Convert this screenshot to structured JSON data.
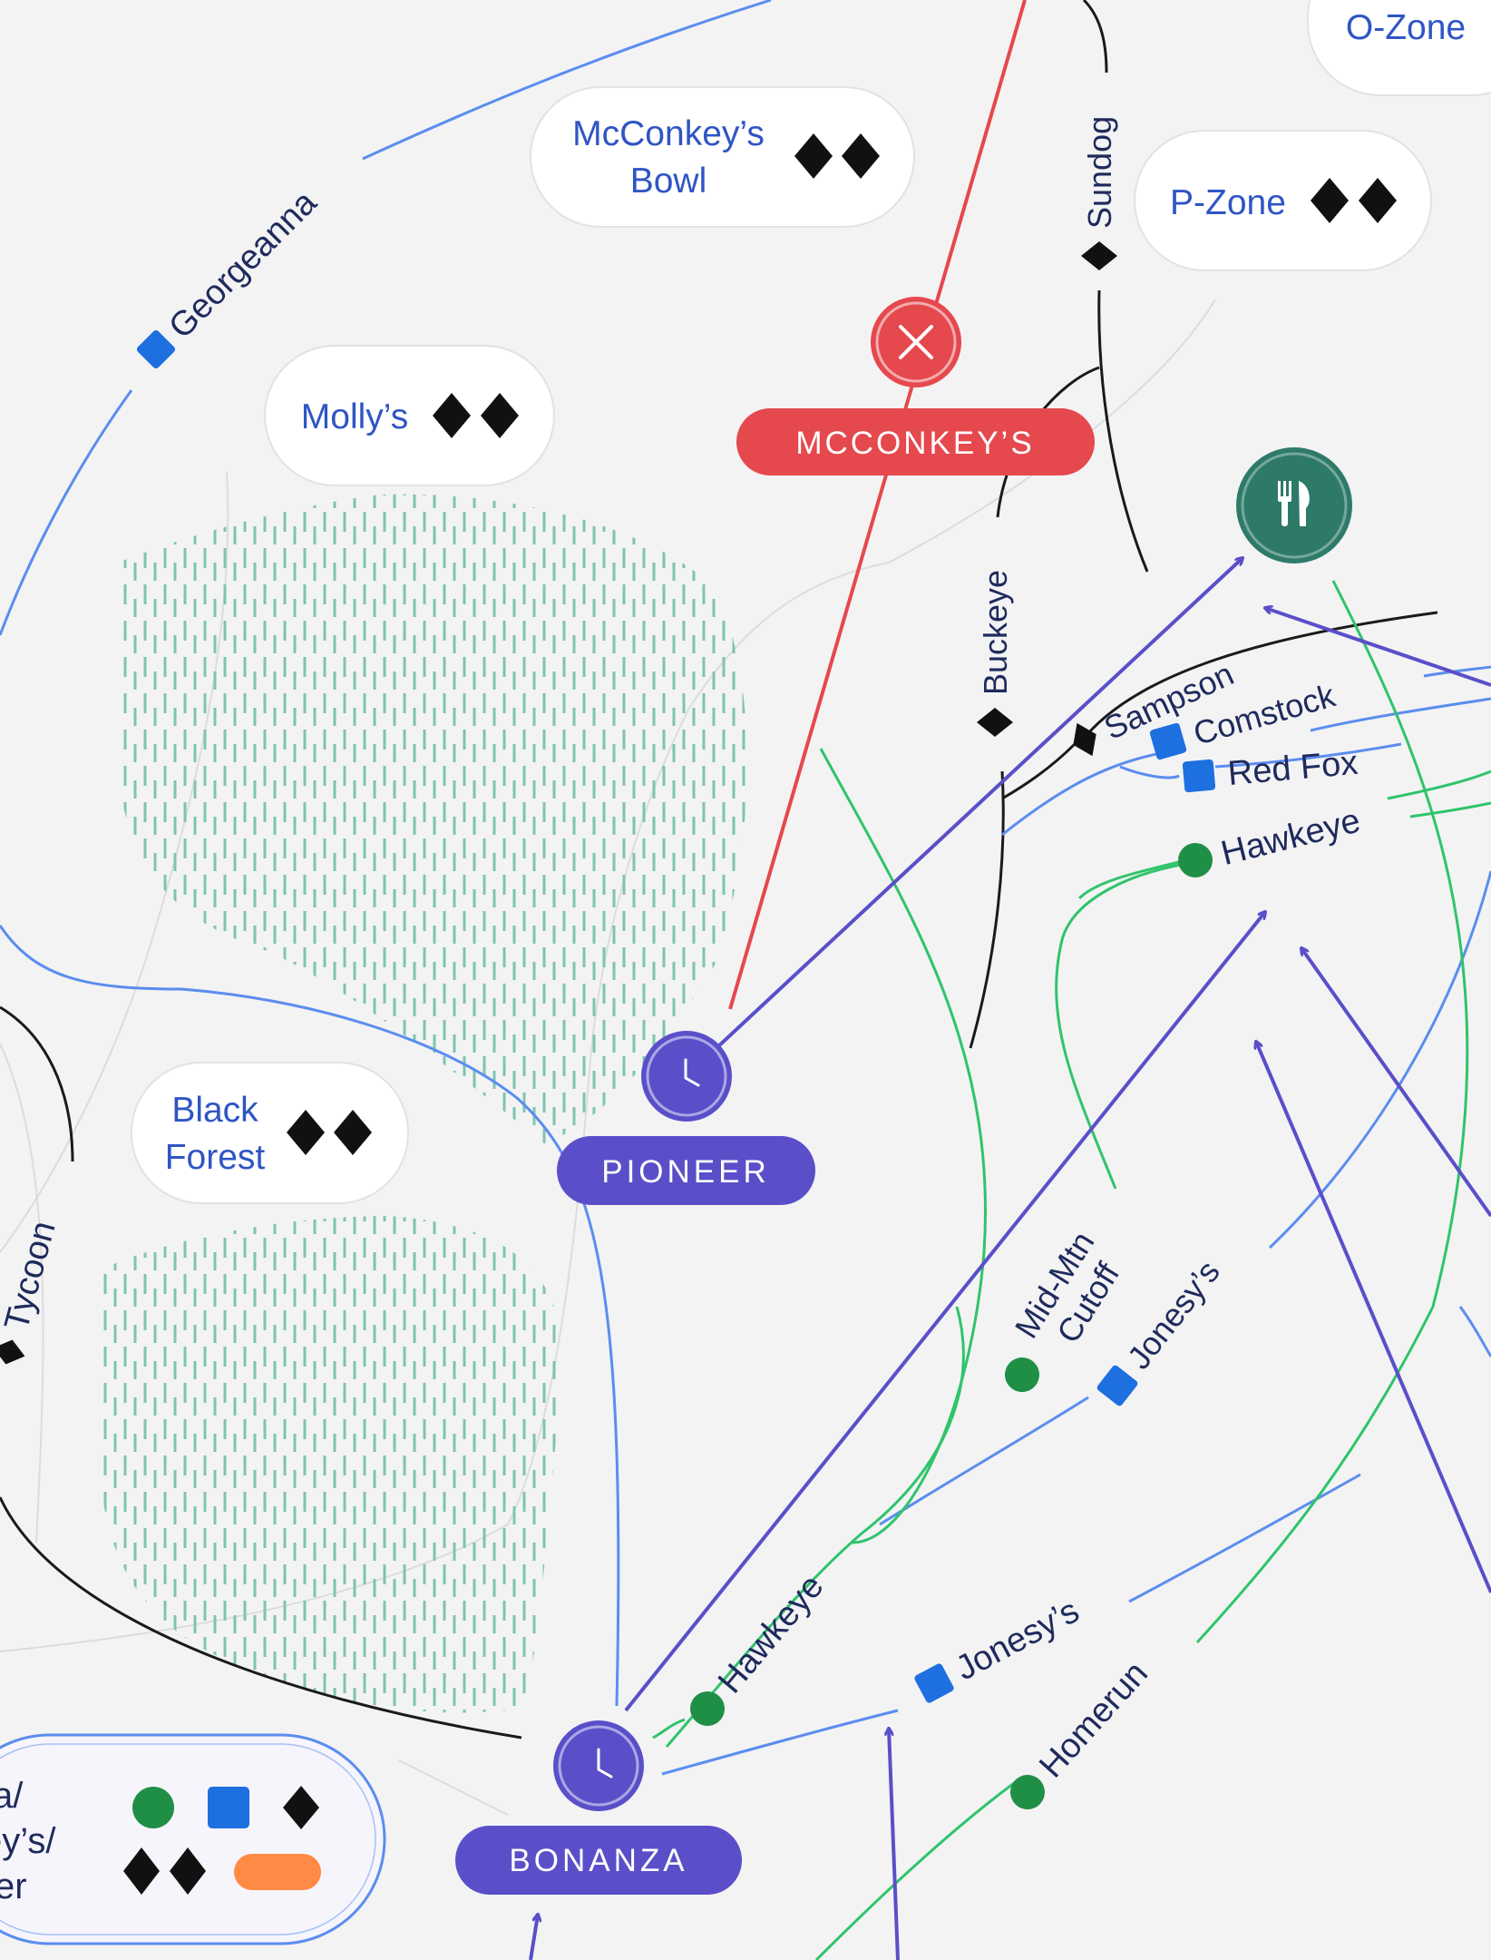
{
  "map": {
    "colors": {
      "background": "#f3f3f4",
      "lift": "#5a4fc9",
      "closed": "#e5484d",
      "green_run": "#2fc46b",
      "blue_run": "#5b8def",
      "black_run": "#1a1a1a",
      "label_dark": "#1f2a5c",
      "label_blue": "#2f55c4",
      "tree": "#7ec4b0",
      "restaurant": "#2d7a68",
      "terrain_orange": "#ff8a45"
    },
    "lifts": [
      {
        "name": "PIONEER",
        "status": "open",
        "icon": "clock-icon"
      },
      {
        "name": "BONANZA",
        "status": "open",
        "icon": "clock-icon"
      },
      {
        "name": "MCCONKEY’S",
        "status": "closed",
        "icon": "close-icon"
      }
    ],
    "areas": [
      {
        "name": "McConkey’s Bowl",
        "line1": "McConkey’s",
        "line2": "Bowl",
        "difficulty": "double-black-diamond"
      },
      {
        "name": "Molly’s",
        "difficulty": "double-black-diamond"
      },
      {
        "name": "Black Forest",
        "line1": "Black",
        "line2": "Forest",
        "difficulty": "double-black-diamond"
      },
      {
        "name": "P-Zone",
        "difficulty": "double-black-diamond"
      },
      {
        "name": "O-Zone"
      }
    ],
    "runs": {
      "georgeanna": "Georgeanna",
      "sundog": "Sundog",
      "buckeye": "Buckeye",
      "sampson": "Sampson",
      "comstock": "Comstock",
      "red_fox": "Red Fox",
      "hawkeye_upper": "Hawkeye",
      "mid_mtn_cutoff_1": "Mid-Mtn",
      "mid_mtn_cutoff_2": "Cutoff",
      "jonesys_upper": "Jonesy’s",
      "hawkeye_lower": "Hawkeye",
      "jonesys_lower": "Jonesy’s",
      "homerun": "Homerun",
      "tycoon": "Tycoon"
    },
    "legend_fragment": {
      "line1": "a/",
      "line2": "ey’s/",
      "line3": "er",
      "symbols": [
        "green-circle-icon",
        "blue-square-icon",
        "black-diamond-icon",
        "double-black-diamond-icon",
        "terrain-park-icon"
      ]
    },
    "poi": {
      "restaurant": "fork-knife-icon"
    }
  }
}
